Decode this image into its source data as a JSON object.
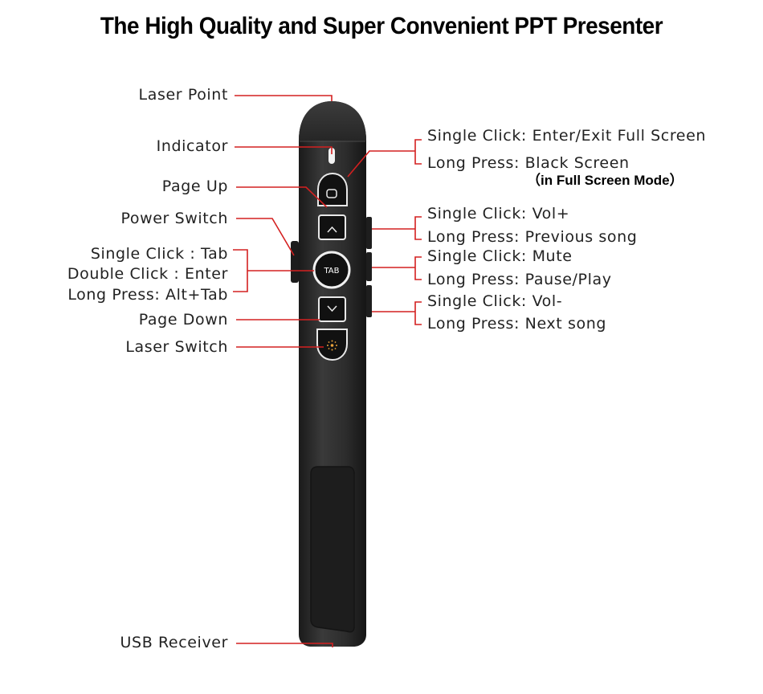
{
  "title": "The High Quality and Super Convenient PPT Presenter",
  "left_labels": {
    "laser_point": "Laser Point",
    "indicator": "Indicator",
    "page_up": "Page Up",
    "power_switch": "Power Switch",
    "tab_single": "Single Click : Tab",
    "tab_double": "Double Click : Enter",
    "tab_long": "Long Press: Alt+Tab",
    "page_down": "Page Down",
    "laser_switch": "Laser Switch",
    "usb_receiver": "USB Receiver"
  },
  "right_labels": {
    "fs_single": "Single Click: Enter/Exit Full Screen",
    "fs_long": "Long Press: Black Screen",
    "fs_note": "（in Full Screen Mode）",
    "volup_single": "Single Click: Vol+",
    "volup_long": "Long Press: Previous song",
    "mute_single": "Single Click: Mute",
    "mute_long": "Long Press: Pause/Play",
    "voldown_single": "Single Click: Vol-",
    "voldown_long": "Long Press: Next song"
  },
  "device": {
    "tab_button_text": "TAB",
    "body_color": "#2a2a2a",
    "leader_color": "#d42020"
  }
}
